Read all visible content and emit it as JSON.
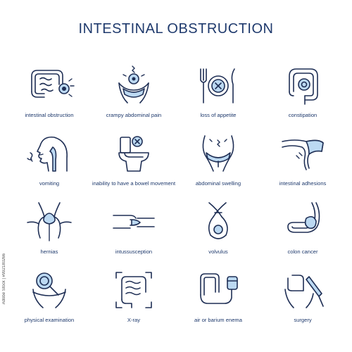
{
  "title": "INTESTINAL OBSTRUCTION",
  "items": [
    {
      "label": "intestinal obstruction",
      "icon": "intestine-blockage-icon"
    },
    {
      "label": "crampy abdominal pain",
      "icon": "abdominal-pain-icon"
    },
    {
      "label": "loss of appetite",
      "icon": "plate-cross-icon"
    },
    {
      "label": "constipation",
      "icon": "colon-icon"
    },
    {
      "label": "vomiting",
      "icon": "vomiting-head-icon"
    },
    {
      "label": "inability to have a bowel movement",
      "icon": "toilet-cross-icon"
    },
    {
      "label": "abdominal swelling",
      "icon": "swollen-abdomen-icon"
    },
    {
      "label": "intestinal adhesions",
      "icon": "intestine-adhesion-icon"
    },
    {
      "label": "hernias",
      "icon": "hernia-icon"
    },
    {
      "label": "intussusception",
      "icon": "intussusception-icon"
    },
    {
      "label": "volvulus",
      "icon": "volvulus-icon"
    },
    {
      "label": "colon cancer",
      "icon": "colon-tumor-icon"
    },
    {
      "label": "physical examination",
      "icon": "magnifier-abdomen-icon"
    },
    {
      "label": "X-ray",
      "icon": "xray-intestine-icon"
    },
    {
      "label": "air or barium enema",
      "icon": "enema-icon"
    },
    {
      "label": "surgery",
      "icon": "scalpel-abdomen-icon"
    }
  ],
  "stock_id": "992180266",
  "watermark": "Adobe Stock",
  "colors": {
    "text": "#1f3a6d",
    "accent": "#bcd9f2",
    "stroke": "#1f2f55"
  }
}
